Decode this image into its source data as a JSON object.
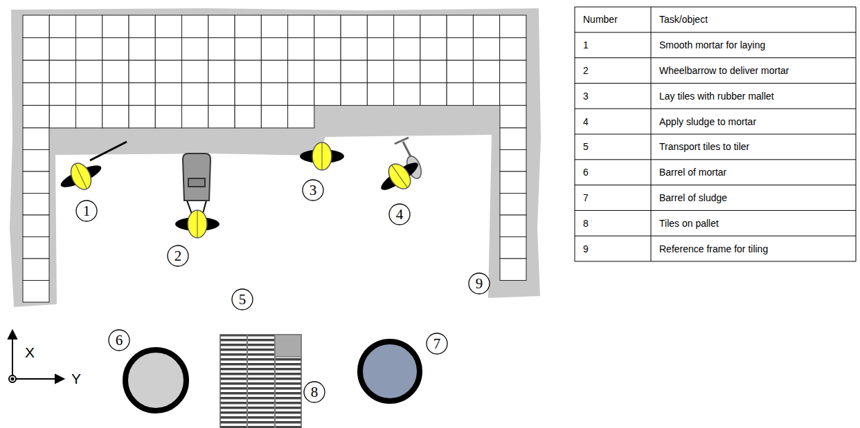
{
  "diagram": {
    "labels": [
      "1",
      "2",
      "3",
      "4",
      "5",
      "6",
      "7",
      "8",
      "9",
      "X",
      "Y",
      "Number",
      "Task/object",
      "1",
      "Smooth mortar for laying",
      "2",
      "Wheelbarrow to deliver mortar",
      "3",
      "Lay tiles with rubber mallet",
      "4",
      "Apply sludge to mortar",
      "5",
      "Transport tiles to tiler",
      "6",
      "Barrel of mortar",
      "7",
      "Barrel of sludge",
      "8",
      "Tiles on pallet",
      "9",
      "Reference frame for tiling"
    ]
  }
}
